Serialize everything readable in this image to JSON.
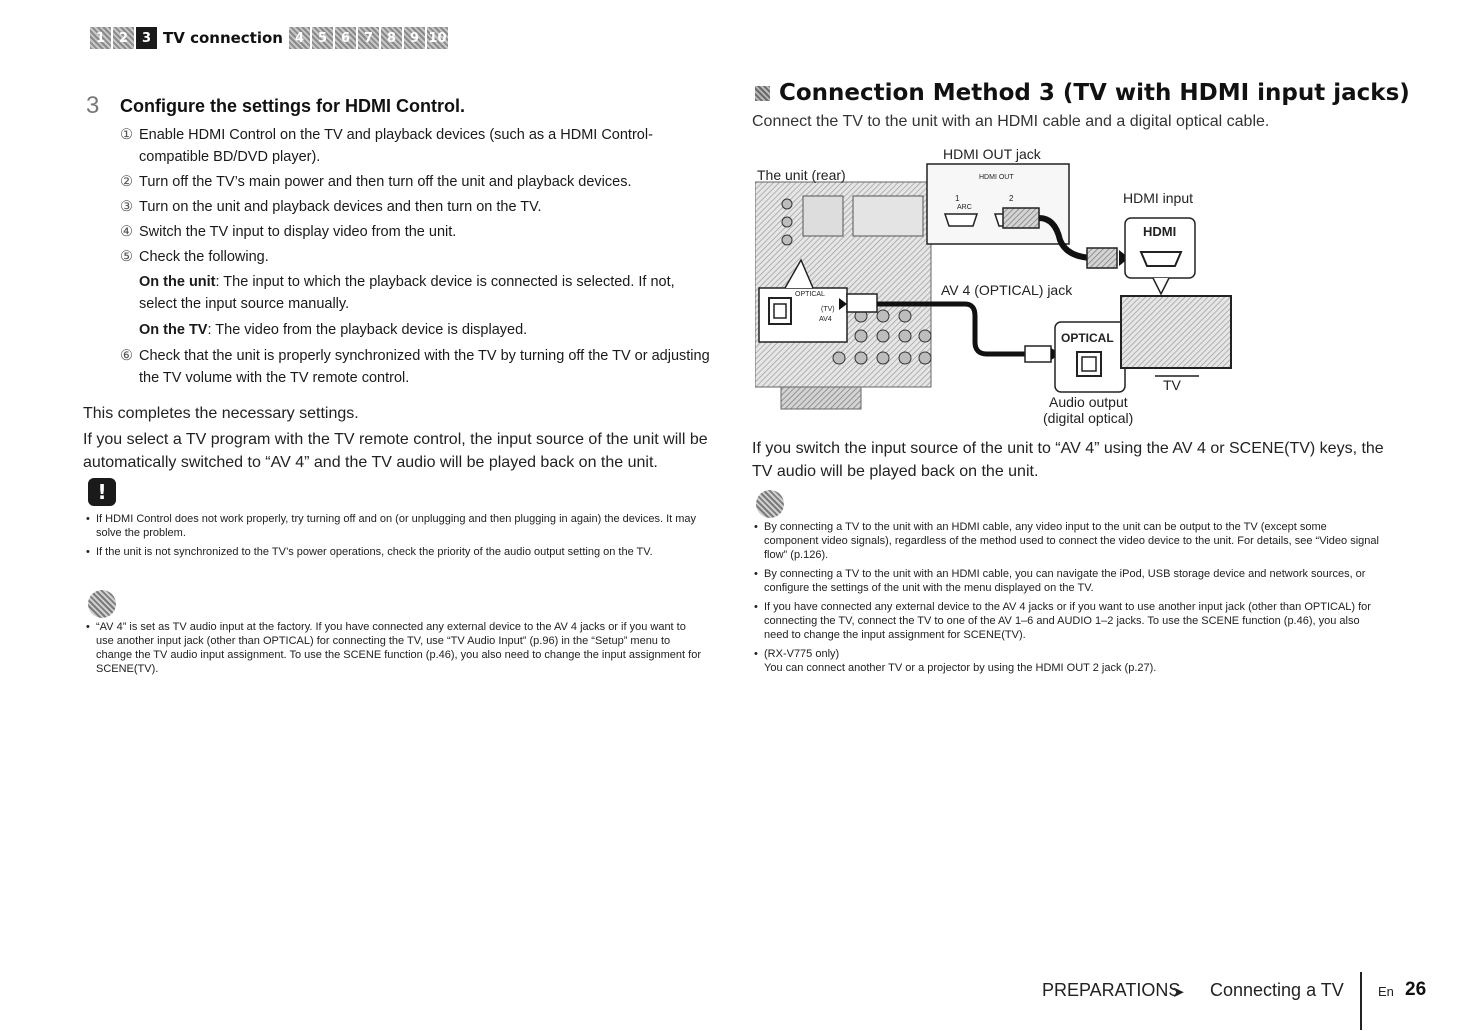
{
  "nav": {
    "chapters_before": [
      "1",
      "2"
    ],
    "active_number": "3",
    "active_label": "TV connection",
    "chapters_after": [
      "4",
      "5",
      "6",
      "7",
      "8",
      "9",
      "10"
    ]
  },
  "left": {
    "step_number": "3",
    "step_title": "Configure the settings for HDMI Control.",
    "steps": [
      {
        "num": "①",
        "text": "Enable HDMI Control on the TV and playback devices (such as a HDMI Control-compatible BD/DVD player)."
      },
      {
        "num": "②",
        "text": "Turn off the TV’s main power and then turn off the unit and playback devices."
      },
      {
        "num": "③",
        "text": "Turn on the unit and playback devices and then turn on the TV."
      },
      {
        "num": "④",
        "text": "Switch the TV input to display video from the unit."
      },
      {
        "num": "⑤",
        "text": "Check the following."
      }
    ],
    "sub1_label": "On the unit",
    "sub1_text": ": The input to which the playback device is connected is selected. If not, select the input source manually.",
    "sub2_label": "On the TV",
    "sub2_text": ": The video from the playback device is displayed.",
    "step6_num": "⑥",
    "step6_text": "Check that the unit is properly synchronized with the TV by turning off the TV or adjusting the TV volume with the TV remote control.",
    "completes": "This completes the necessary settings.",
    "auto_switch": "If you select a TV program with the TV remote control, the input source of the unit will be automatically switched to “AV 4” and the TV audio will be played back on the unit.",
    "alert_icon": "!",
    "alert_notes": [
      "If HDMI Control does not work properly, try turning off and on (or unplugging and then plugging in again) the devices. It may solve the problem.",
      "If the unit is not synchronized to the TV’s power operations, check the priority of the audio output setting on the TV."
    ],
    "hint_notes": [
      "“AV 4” is set as TV audio input at the factory. If you have connected any external device to the AV 4 jacks or if you want to use another input jack (other than OPTICAL) for connecting the TV, use “TV Audio Input” (p.96) in the “Setup” menu to change the TV audio input assignment. To use the SCENE function (p.46), you also need to change the input assignment for SCENE(TV)."
    ]
  },
  "right": {
    "section_title": "Connection Method 3 (TV with HDMI input jacks)",
    "section_sub": "Connect the TV to the unit with an HDMI cable and a digital optical cable.",
    "diagram": {
      "unit_rear": "The unit (rear)",
      "hdmi_out_jack": "HDMI OUT jack",
      "hdmi_out_panel": "HDMI OUT",
      "hdmi_input": "HDMI input",
      "hdmi_badge": "HDMI",
      "av4_optical_jack": "AV 4 (OPTICAL) jack",
      "optical_badge": "OPTICAL",
      "panel_optical": "OPTICAL",
      "panel_tv": "(TV)",
      "panel_av4": "AV4",
      "jack_1": "1",
      "jack_2": "2",
      "jack_arc": "ARC",
      "tv": "TV",
      "audio_output": "Audio output",
      "digital_optical": "(digital optical)"
    },
    "switch_para": "If you switch the input source of the unit to “AV 4” using the AV 4 or SCENE(TV) keys, the TV audio will be played back on the unit.",
    "notes": [
      "By connecting a TV to the unit with an HDMI cable, any video input to the unit can be output to the TV (except some component video signals), regardless of the method used to connect the video device to the unit. For details, see “Video signal flow” (p.126).",
      "By connecting a TV to the unit with an HDMI cable, you can navigate the iPod, USB storage device and network sources, or configure the settings of the unit with the menu displayed on the TV.",
      "If you have connected any external device to the AV 4 jacks or if you want to use another input jack (other than OPTICAL) for connecting the TV, connect the TV to one of the AV 1–6 and AUDIO 1–2 jacks. To use the SCENE function (p.46), you also need to change the input assignment for SCENE(TV).",
      "(RX-V775 only)\nYou can connect another TV or a projector by using the HDMI OUT 2 jack (p.27)."
    ]
  },
  "footer": {
    "section": "PREPARATIONS",
    "arrow": "➤",
    "page_title": "Connecting a TV",
    "lang": "En",
    "page": "26"
  }
}
